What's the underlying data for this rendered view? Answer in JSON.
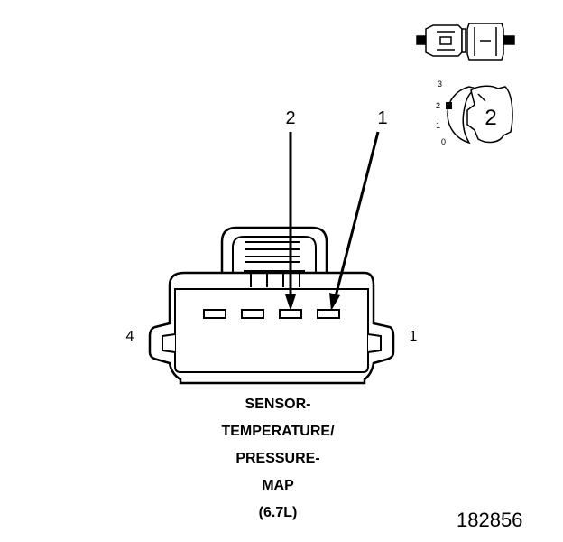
{
  "diagram": {
    "pin_callouts": [
      "2",
      "1"
    ],
    "side_pin_labels": {
      "left": "4",
      "right": "1"
    },
    "caption_lines": [
      "SENSOR-",
      "TEMPERATURE/",
      "PRESSURE-",
      "MAP",
      "(6.7L)"
    ],
    "figure_number": "182856"
  },
  "locator_icon": {
    "scale_ticks": [
      "3",
      "2",
      "1",
      "0"
    ],
    "position_number": "2"
  }
}
